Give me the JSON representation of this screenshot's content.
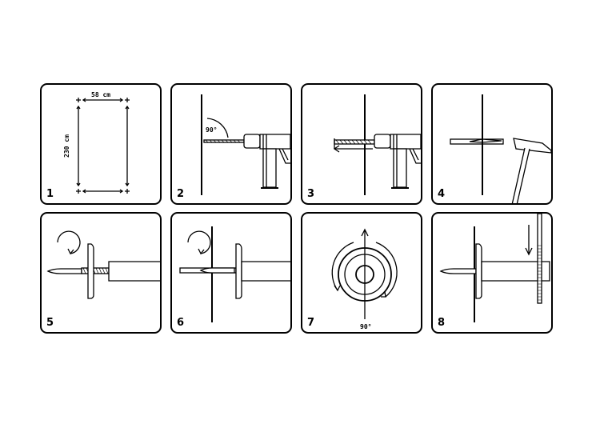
{
  "colors": {
    "line": "#000000",
    "background": "#ffffff"
  },
  "steps": [
    {
      "number": "1",
      "width_label": "58 cm",
      "height_label": "230 cm"
    },
    {
      "number": "2",
      "angle_label": "90°"
    },
    {
      "number": "3"
    },
    {
      "number": "4"
    },
    {
      "number": "5"
    },
    {
      "number": "6"
    },
    {
      "number": "7",
      "angle_label": "90°"
    },
    {
      "number": "8"
    }
  ]
}
